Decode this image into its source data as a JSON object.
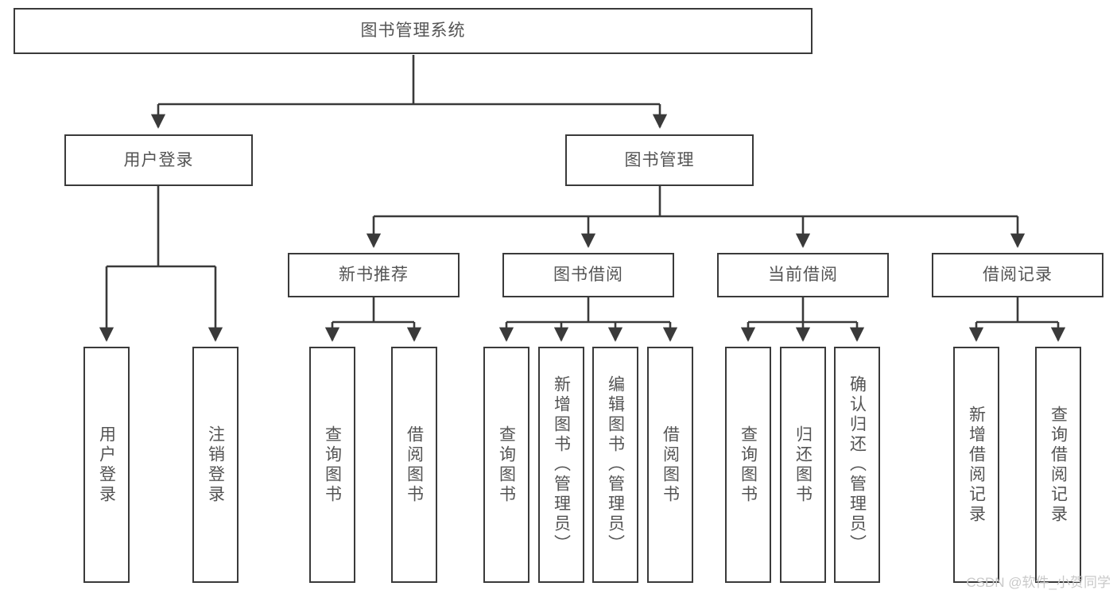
{
  "diagram": {
    "title": "图书管理系统",
    "type": "tree",
    "watermark": "CSDN @软件_小贺同学",
    "colors": {
      "box_border": "#3a3a3a",
      "box_fill": "#ffffff",
      "text": "#545454",
      "edge": "#3a3a3a",
      "watermark": "#c9c9c9",
      "background": "#ffffff"
    },
    "nodes": {
      "root": {
        "label": "图书管理系统",
        "orientation": "horizontal",
        "level": 0
      },
      "l1_0": {
        "label": "用户登录",
        "orientation": "horizontal",
        "level": 1
      },
      "l1_1": {
        "label": "图书管理",
        "orientation": "horizontal",
        "level": 1
      },
      "l2_0": {
        "label": "新书推荐",
        "orientation": "horizontal",
        "level": 2
      },
      "l2_1": {
        "label": "图书借阅",
        "orientation": "horizontal",
        "level": 2
      },
      "l2_2": {
        "label": "当前借阅",
        "orientation": "horizontal",
        "level": 2
      },
      "l2_3": {
        "label": "借阅记录",
        "orientation": "horizontal",
        "level": 2
      },
      "leaf_0": {
        "label": "用户登录",
        "orientation": "vertical",
        "level": 3
      },
      "leaf_1": {
        "label": "注销登录",
        "orientation": "vertical",
        "level": 3
      },
      "leaf_2": {
        "label": "查询图书",
        "orientation": "vertical",
        "level": 3
      },
      "leaf_3": {
        "label": "借阅图书",
        "orientation": "vertical",
        "level": 3
      },
      "leaf_4": {
        "label": "查询图书",
        "orientation": "vertical",
        "level": 3
      },
      "leaf_5": {
        "label": "新增图书（管理员）",
        "orientation": "vertical",
        "level": 3
      },
      "leaf_6": {
        "label": "编辑图书（管理员）",
        "orientation": "vertical",
        "level": 3
      },
      "leaf_7": {
        "label": "借阅图书",
        "orientation": "vertical",
        "level": 3
      },
      "leaf_8": {
        "label": "查询图书",
        "orientation": "vertical",
        "level": 3
      },
      "leaf_9": {
        "label": "归还图书",
        "orientation": "vertical",
        "level": 3
      },
      "leaf_10": {
        "label": "确认归还（管理员）",
        "orientation": "vertical",
        "level": 3
      },
      "leaf_11": {
        "label": "新增借阅记录",
        "orientation": "vertical",
        "level": 3
      },
      "leaf_12": {
        "label": "查询借阅记录",
        "orientation": "vertical",
        "level": 3
      }
    },
    "hierarchy": [
      {
        "parent": "root",
        "children": [
          "l1_0",
          "l1_1"
        ]
      },
      {
        "parent": "l1_0",
        "children": [
          "leaf_0",
          "leaf_1"
        ]
      },
      {
        "parent": "l1_1",
        "children": [
          "l2_0",
          "l2_1",
          "l2_2",
          "l2_3"
        ]
      },
      {
        "parent": "l2_0",
        "children": [
          "leaf_2",
          "leaf_3"
        ]
      },
      {
        "parent": "l2_1",
        "children": [
          "leaf_4",
          "leaf_5",
          "leaf_6",
          "leaf_7"
        ]
      },
      {
        "parent": "l2_2",
        "children": [
          "leaf_8",
          "leaf_9",
          "leaf_10"
        ]
      },
      {
        "parent": "l2_3",
        "children": [
          "leaf_11",
          "leaf_12"
        ]
      }
    ]
  }
}
